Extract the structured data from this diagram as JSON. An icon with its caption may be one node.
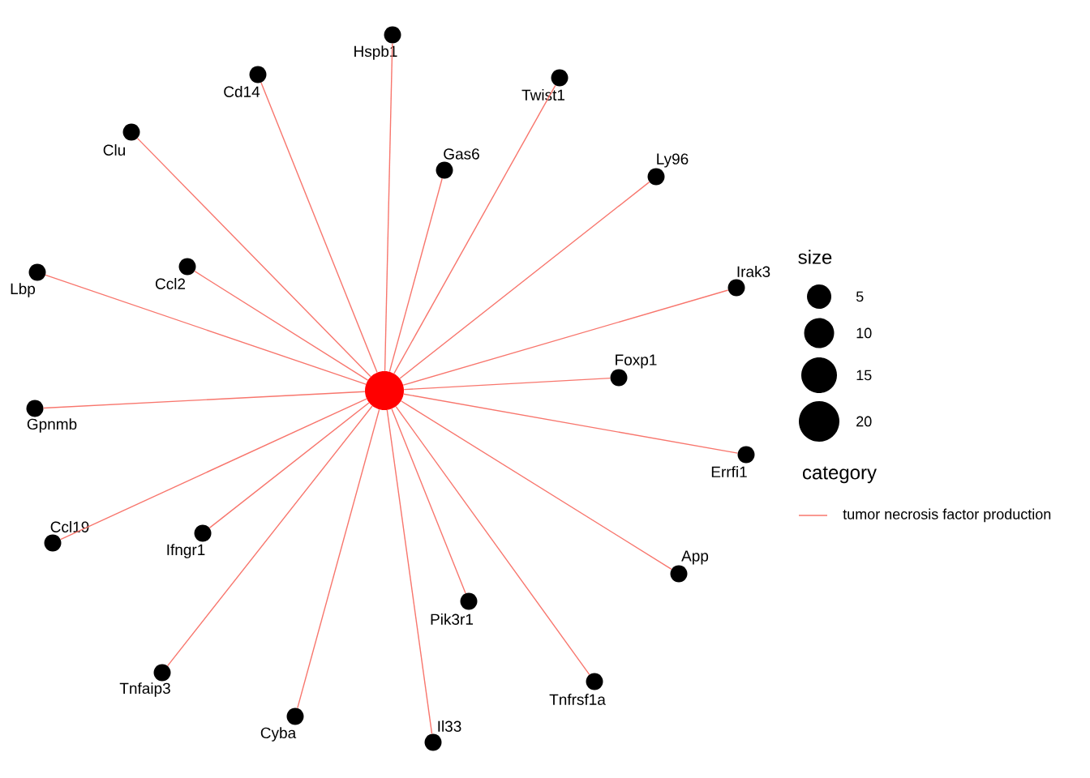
{
  "diagram": {
    "nodes": [
      {
        "text": [],
        "shape": "circle"
      },
      {
        "text": [],
        "shape": "circle",
        "beside": [
          "Hspb1"
        ]
      },
      {
        "text": [],
        "shape": "circle",
        "beside": [
          "Cd14"
        ]
      },
      {
        "text": [],
        "shape": "circle",
        "beside": [
          "Twist1"
        ]
      },
      {
        "text": [],
        "shape": "circle",
        "beside": [
          "Clu"
        ]
      },
      {
        "text": [],
        "shape": "circle",
        "beside": [
          "Gas6"
        ]
      },
      {
        "text": [],
        "shape": "circle",
        "beside": [
          "Ly96"
        ]
      },
      {
        "text": [],
        "shape": "circle",
        "beside": [
          "Lbp"
        ]
      },
      {
        "text": [],
        "shape": "circle",
        "beside": [
          "Ccl2"
        ]
      },
      {
        "text": [],
        "shape": "circle",
        "beside": [
          "Irak3"
        ]
      },
      {
        "text": [],
        "shape": "circle",
        "beside": [
          "Foxp1"
        ]
      },
      {
        "text": [],
        "shape": "circle",
        "beside": [
          "Gpnmb"
        ]
      },
      {
        "text": [],
        "shape": "circle",
        "beside": [
          "Errfi1"
        ]
      },
      {
        "text": [],
        "shape": "circle",
        "beside": [
          "Ccl19"
        ]
      },
      {
        "text": [],
        "shape": "circle",
        "beside": [
          "Ifngr1"
        ]
      },
      {
        "text": [],
        "shape": "circle",
        "beside": [
          "App"
        ]
      },
      {
        "text": [],
        "shape": "circle",
        "beside": [
          "Pik3r1"
        ]
      },
      {
        "text": [],
        "shape": "circle",
        "beside": [
          "Tnfaip3"
        ]
      },
      {
        "text": [],
        "shape": "circle",
        "beside": [
          "Tnfrsf1a"
        ]
      },
      {
        "text": [],
        "shape": "circle",
        "beside": [
          "Cyba"
        ]
      },
      {
        "text": [],
        "shape": "circle",
        "beside": [
          "Il33"
        ]
      }
    ],
    "edges": [
      {
        "from": 0,
        "to": 1,
        "arrow": "none"
      },
      {
        "from": 0,
        "to": 2,
        "arrow": "none"
      },
      {
        "from": 0,
        "to": 3,
        "arrow": "none"
      },
      {
        "from": 0,
        "to": 4,
        "arrow": "none"
      },
      {
        "from": 0,
        "to": 5,
        "arrow": "none"
      },
      {
        "from": 0,
        "to": 6,
        "arrow": "none"
      },
      {
        "from": 0,
        "to": 7,
        "arrow": "none"
      },
      {
        "from": 0,
        "to": 8,
        "arrow": "none"
      },
      {
        "from": 0,
        "to": 9,
        "arrow": "none"
      },
      {
        "from": 0,
        "to": 10,
        "arrow": "none"
      },
      {
        "from": 0,
        "to": 11,
        "arrow": "none"
      },
      {
        "from": 0,
        "to": 12,
        "arrow": "none"
      },
      {
        "from": 0,
        "to": 13,
        "arrow": "none"
      },
      {
        "from": 0,
        "to": 14,
        "arrow": "none"
      },
      {
        "from": 0,
        "to": 15,
        "arrow": "none"
      },
      {
        "from": 0,
        "to": 16,
        "arrow": "none"
      },
      {
        "from": 0,
        "to": 17,
        "arrow": "none"
      },
      {
        "from": 0,
        "to": 18,
        "arrow": "none"
      },
      {
        "from": 0,
        "to": 19,
        "arrow": "none"
      },
      {
        "from": 0,
        "to": 20,
        "arrow": "none"
      }
    ],
    "labels": [
      "size",
      "category"
    ],
    "legend": [
      {
        "text": "5"
      },
      {
        "text": "10"
      },
      {
        "text": "15"
      },
      {
        "text": "20"
      },
      {
        "text": "tumor necrosis factor production"
      }
    ]
  }
}
